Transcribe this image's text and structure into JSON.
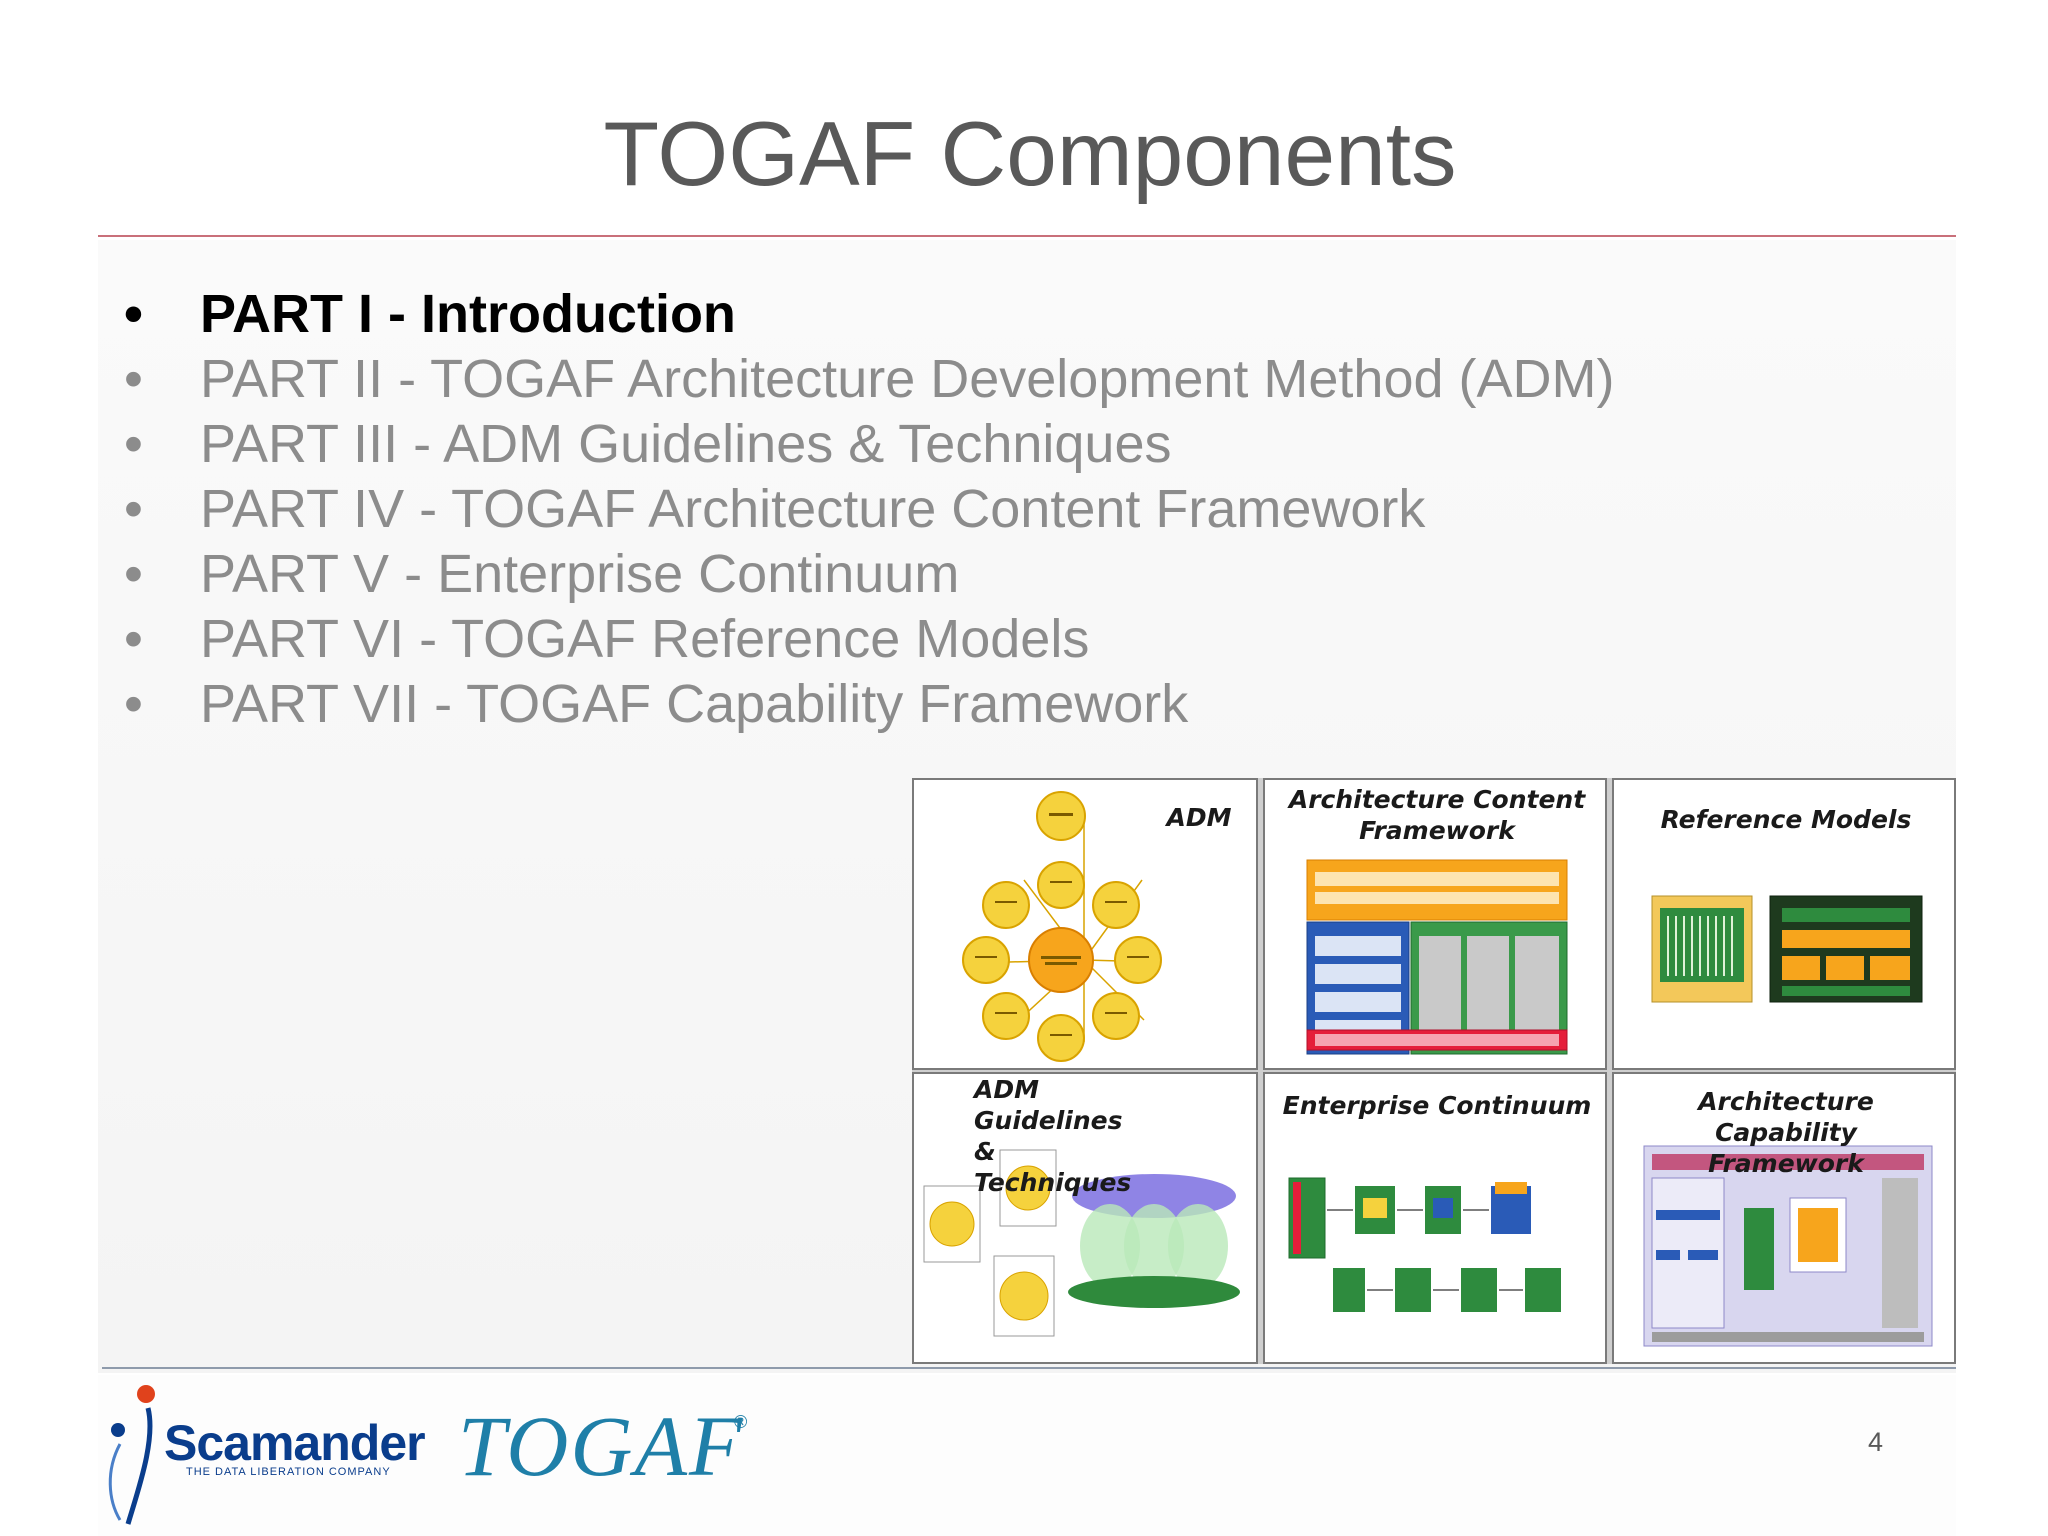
{
  "slide": {
    "title": "TOGAF Components",
    "page_number": "4"
  },
  "bullets": [
    {
      "text": "PART I - Introduction",
      "active": true
    },
    {
      "text": "PART II - TOGAF Architecture Development Method (ADM)",
      "active": false
    },
    {
      "text": "PART III - ADM Guidelines & Techniques",
      "active": false
    },
    {
      "text": "PART IV - TOGAF Architecture Content Framework",
      "active": false
    },
    {
      "text": "PART V - Enterprise Continuum",
      "active": false
    },
    {
      "text": "PART VI - TOGAF Reference Models",
      "active": false
    },
    {
      "text": "PART VII - TOGAF Capability Framework",
      "active": false
    }
  ],
  "bullet_glyph": "•",
  "components": {
    "adm": "ADM",
    "content_framework": "Architecture Content Framework",
    "reference_models": "Reference Models",
    "guidelines": "ADM  Guidelines & Techniques",
    "continuum": "Enterprise Continuum",
    "capability": "Architecture Capability Framework"
  },
  "logos": {
    "company": "Scamander",
    "company_tagline": "THE DATA LIBERATION COMPANY",
    "product": "TOGAF",
    "registered_mark": "®"
  },
  "colors": {
    "title": "#595959",
    "bullet_inactive": "#8c8c8c",
    "bullet_active": "#000000",
    "rule": "#c9707a",
    "brand_blue": "#0a3d8c",
    "togaf_teal": "#1f7fa8"
  }
}
